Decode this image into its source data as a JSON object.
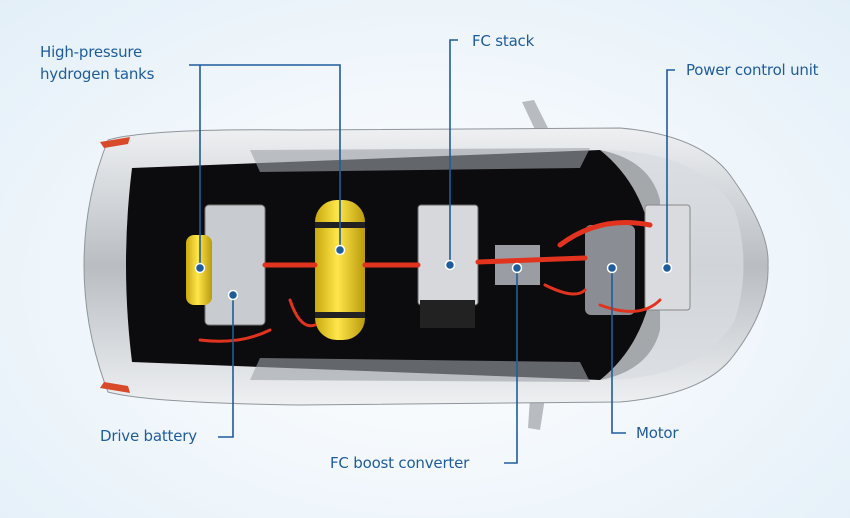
{
  "labels": {
    "hydrogen_tanks_line1": "High-pressure",
    "hydrogen_tanks_line2": "hydrogen tanks",
    "fc_stack": "FC stack",
    "power_control_unit": "Power control unit",
    "drive_battery": "Drive battery",
    "fc_boost_converter": "FC boost converter",
    "motor": "Motor"
  },
  "colors": {
    "label_text": "#1f5c9c",
    "leader_line": "#1f5c9c",
    "tank": "#f2d22a",
    "cable": "#e2331f",
    "car_body": "#c9ccd0"
  }
}
